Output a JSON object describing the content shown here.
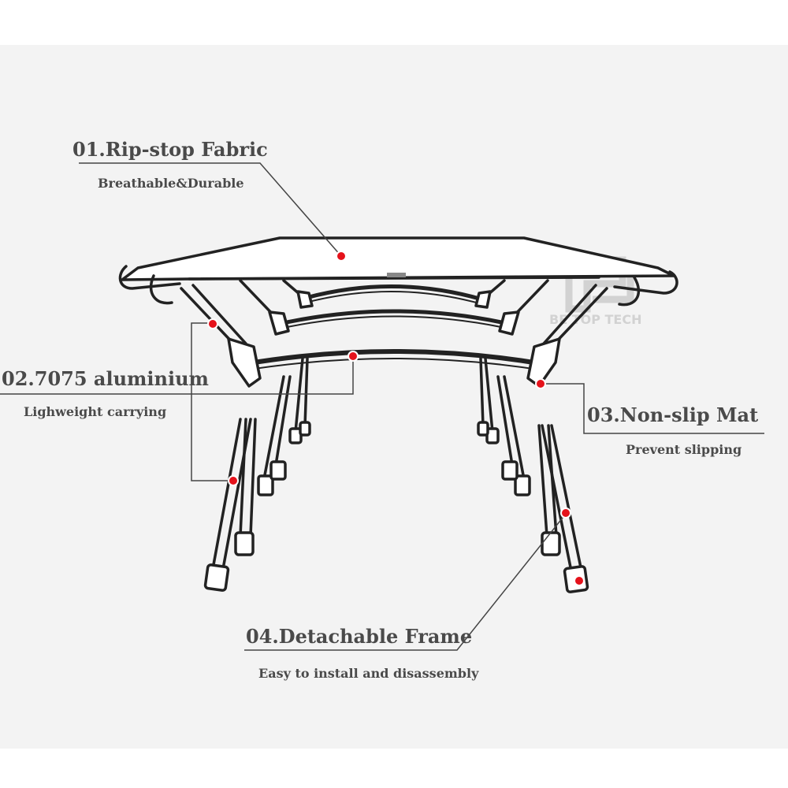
{
  "features": [
    {
      "title": "01.Rip-stop Fabric",
      "subtitle": "Breathable&Durable"
    },
    {
      "title": "02.7075 aluminium",
      "subtitle": "Lighweight carrying"
    },
    {
      "title": "03.Non-slip Mat",
      "subtitle": "Prevent slipping"
    },
    {
      "title": "04.Detachable Frame",
      "subtitle": "Easy to install and disassembly"
    }
  ],
  "watermark": {
    "text": "BE TOP TECH"
  },
  "colors": {
    "marker": "#e5121b",
    "line": "#444444",
    "panel": "#f3f3f3",
    "text": "#4a4a4a"
  },
  "icons": [
    "camping-cot-illustration",
    "brand-logo-mark"
  ]
}
